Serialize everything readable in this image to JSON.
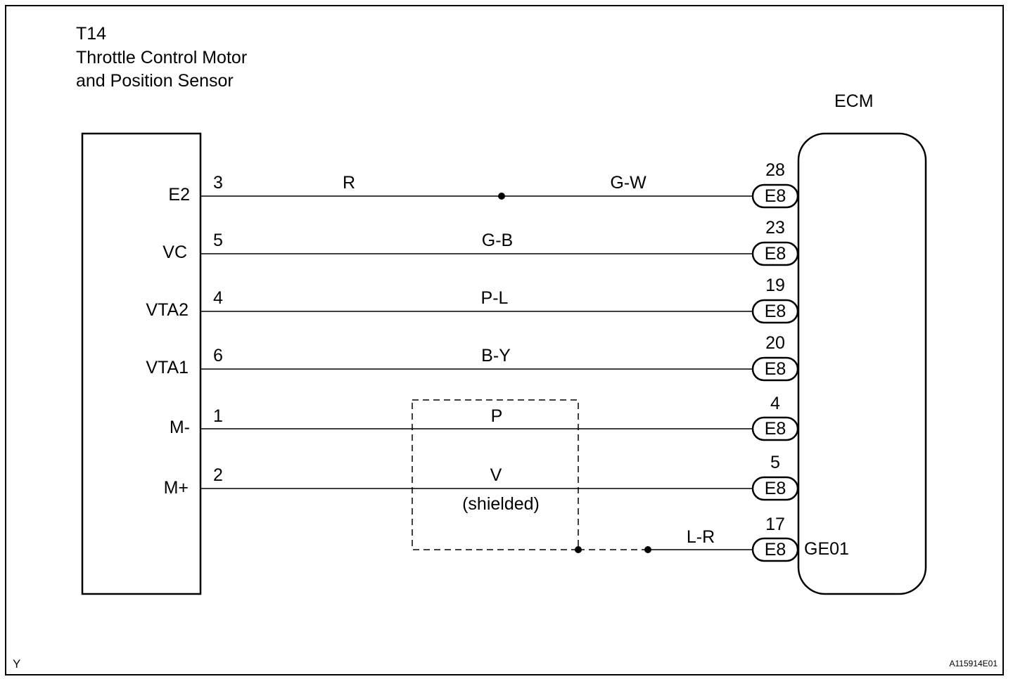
{
  "component": {
    "id": "T14",
    "name_line1": "Throttle Control Motor",
    "name_line2": "and Position Sensor"
  },
  "ecm": {
    "label": "ECM"
  },
  "wires": [
    {
      "terminal": "E2",
      "pin": "3",
      "color_left": "R",
      "color_right": "G-W",
      "ecm_pin": "28",
      "connector": "E8"
    },
    {
      "terminal": "VC",
      "pin": "5",
      "color": "G-B",
      "ecm_pin": "23",
      "connector": "E8"
    },
    {
      "terminal": "VTA2",
      "pin": "4",
      "color": "P-L",
      "ecm_pin": "19",
      "connector": "E8"
    },
    {
      "terminal": "VTA1",
      "pin": "6",
      "color": "B-Y",
      "ecm_pin": "20",
      "connector": "E8"
    },
    {
      "terminal": "M-",
      "pin": "1",
      "color": "P",
      "ecm_pin": "4",
      "connector": "E8"
    },
    {
      "terminal": "M+",
      "pin": "2",
      "color": "V",
      "ecm_pin": "5",
      "connector": "E8"
    }
  ],
  "shield": {
    "note": "(shielded)",
    "ground_color": "L-R",
    "ecm_pin": "17",
    "connector": "E8",
    "ecm_terminal": "GE01"
  },
  "footer": {
    "left": "Y",
    "right": "A115914E01"
  }
}
